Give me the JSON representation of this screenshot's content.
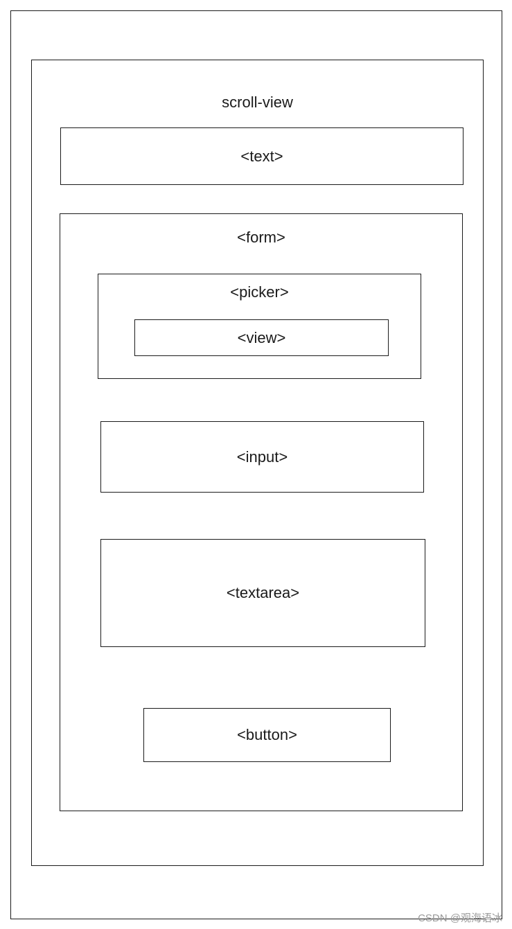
{
  "scroll_view": {
    "label": "scroll-view"
  },
  "text": {
    "label": "<text>"
  },
  "form": {
    "label": "<form>"
  },
  "picker": {
    "label": "<picker>"
  },
  "view": {
    "label": "<view>"
  },
  "input": {
    "label": "<input>"
  },
  "textarea": {
    "label": "<textarea>"
  },
  "button": {
    "label": "<button>"
  },
  "watermark": {
    "text": "CSDN @观海语冰"
  }
}
